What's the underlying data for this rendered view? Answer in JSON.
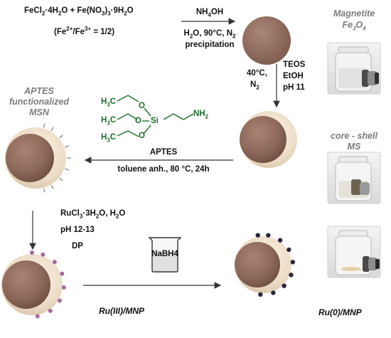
{
  "reaction1": {
    "reactants_prefix": "FeCl",
    "reactants_rest1": "·4H",
    "reactants_rest2": "O + Fe(NO",
    "reactants_rest3": "·9H",
    "reactants_rest4": "O",
    "sub2": "2",
    "sub3": "3",
    "ratio_prefix": "(Fe",
    "ratio_mid": "/Fe",
    "ratio_suffix": " = 1/2)",
    "sup2": "2+",
    "sup3": "3+",
    "reagent_top": "NH",
    "reagent_sub": "4",
    "reagent_top2": "OH",
    "cond_line1_a": "H",
    "cond_line1_b": "O, 90°C, N",
    "cond_line2": "precipitation"
  },
  "reaction2": {
    "temp": "40°C,",
    "gas": "N",
    "gas_sub": "2",
    "reagent1": "TEOS",
    "reagent2": "EtOH",
    "ph": "pH 11"
  },
  "reaction3": {
    "reagent": "APTES",
    "conditions": "toluene anh., 80 °C, 24h",
    "structure": {
      "atoms": [
        "H",
        "3",
        "C",
        "O",
        "Si",
        "NH",
        "2"
      ]
    }
  },
  "reaction4": {
    "line1_a": "RuCl",
    "line1_sub": "3",
    "line1_b": "·3H",
    "line1_sub2": "2",
    "line1_c": "O, H",
    "line1_sub3": "2",
    "line1_d": "O",
    "line2": "pH 12-13",
    "line3": "DP"
  },
  "reaction5": {
    "reagent": "NaBH4"
  },
  "labels": {
    "aptes_msn_line1": "APTES",
    "aptes_msn_line2": "functionalized",
    "aptes_msn_line3": "MSN",
    "magnetite_line1": "Magnetite",
    "magnetite_line2": "Fe",
    "magnetite_sub1": "3",
    "magnetite_mid": "O",
    "magnetite_sub2": "4",
    "coreshell_line1": "core - shell",
    "coreshell_line2": "MS",
    "ru3": "Ru(III)/MNP",
    "ru0": "Ru(0)/MNP"
  },
  "colors": {
    "core": "#8e6a5a",
    "shell": "#ecdcc6",
    "ru3_dot": "#a56a9e",
    "ru0_dot": "#2a2640",
    "aptes_tag": "#8c8c8c",
    "label_gray": "#7b7b7b",
    "structure_green": "#1d6e2b"
  }
}
